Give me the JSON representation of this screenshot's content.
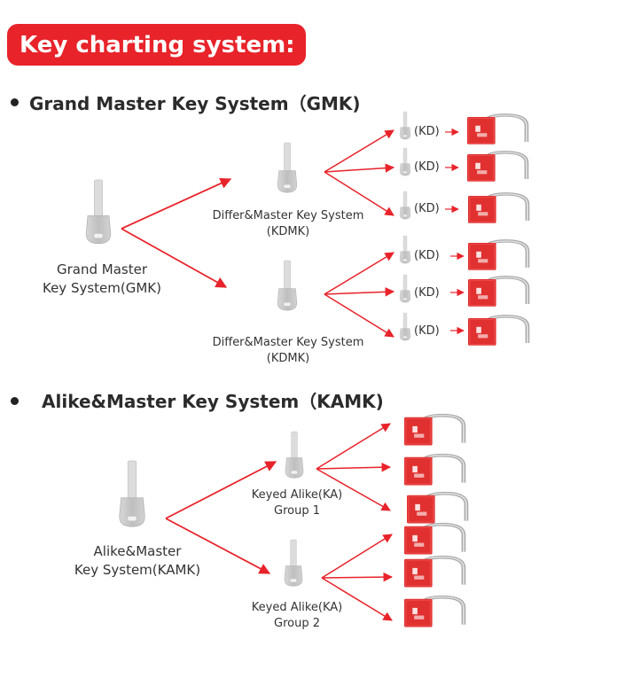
{
  "banner": {
    "title": "Key charting system:"
  },
  "gmk": {
    "title": "Grand Master Key System（GMK)",
    "root_label_1": "Grand Master",
    "root_label_2": "Key System(GMK)",
    "group_label_1": "Differ&Master Key System",
    "group_label_2": "(KDMK)",
    "kd_label": "(KD)"
  },
  "kamk": {
    "title": "Alike&Master Key System（KAMK)",
    "root_label_1": "Alike&Master",
    "root_label_2": "Key System(KAMK)",
    "group1_label_1": "Keyed  Alike(KA)",
    "group1_label_2": "Group 1",
    "group2_label_1": "Keyed  Alike(KA)",
    "group2_label_2": "Group 2"
  },
  "colors": {
    "accent": "#e8232a",
    "padlock": "#e03030",
    "key": "#c9c9c9",
    "shackle": "#9a9a9a"
  }
}
